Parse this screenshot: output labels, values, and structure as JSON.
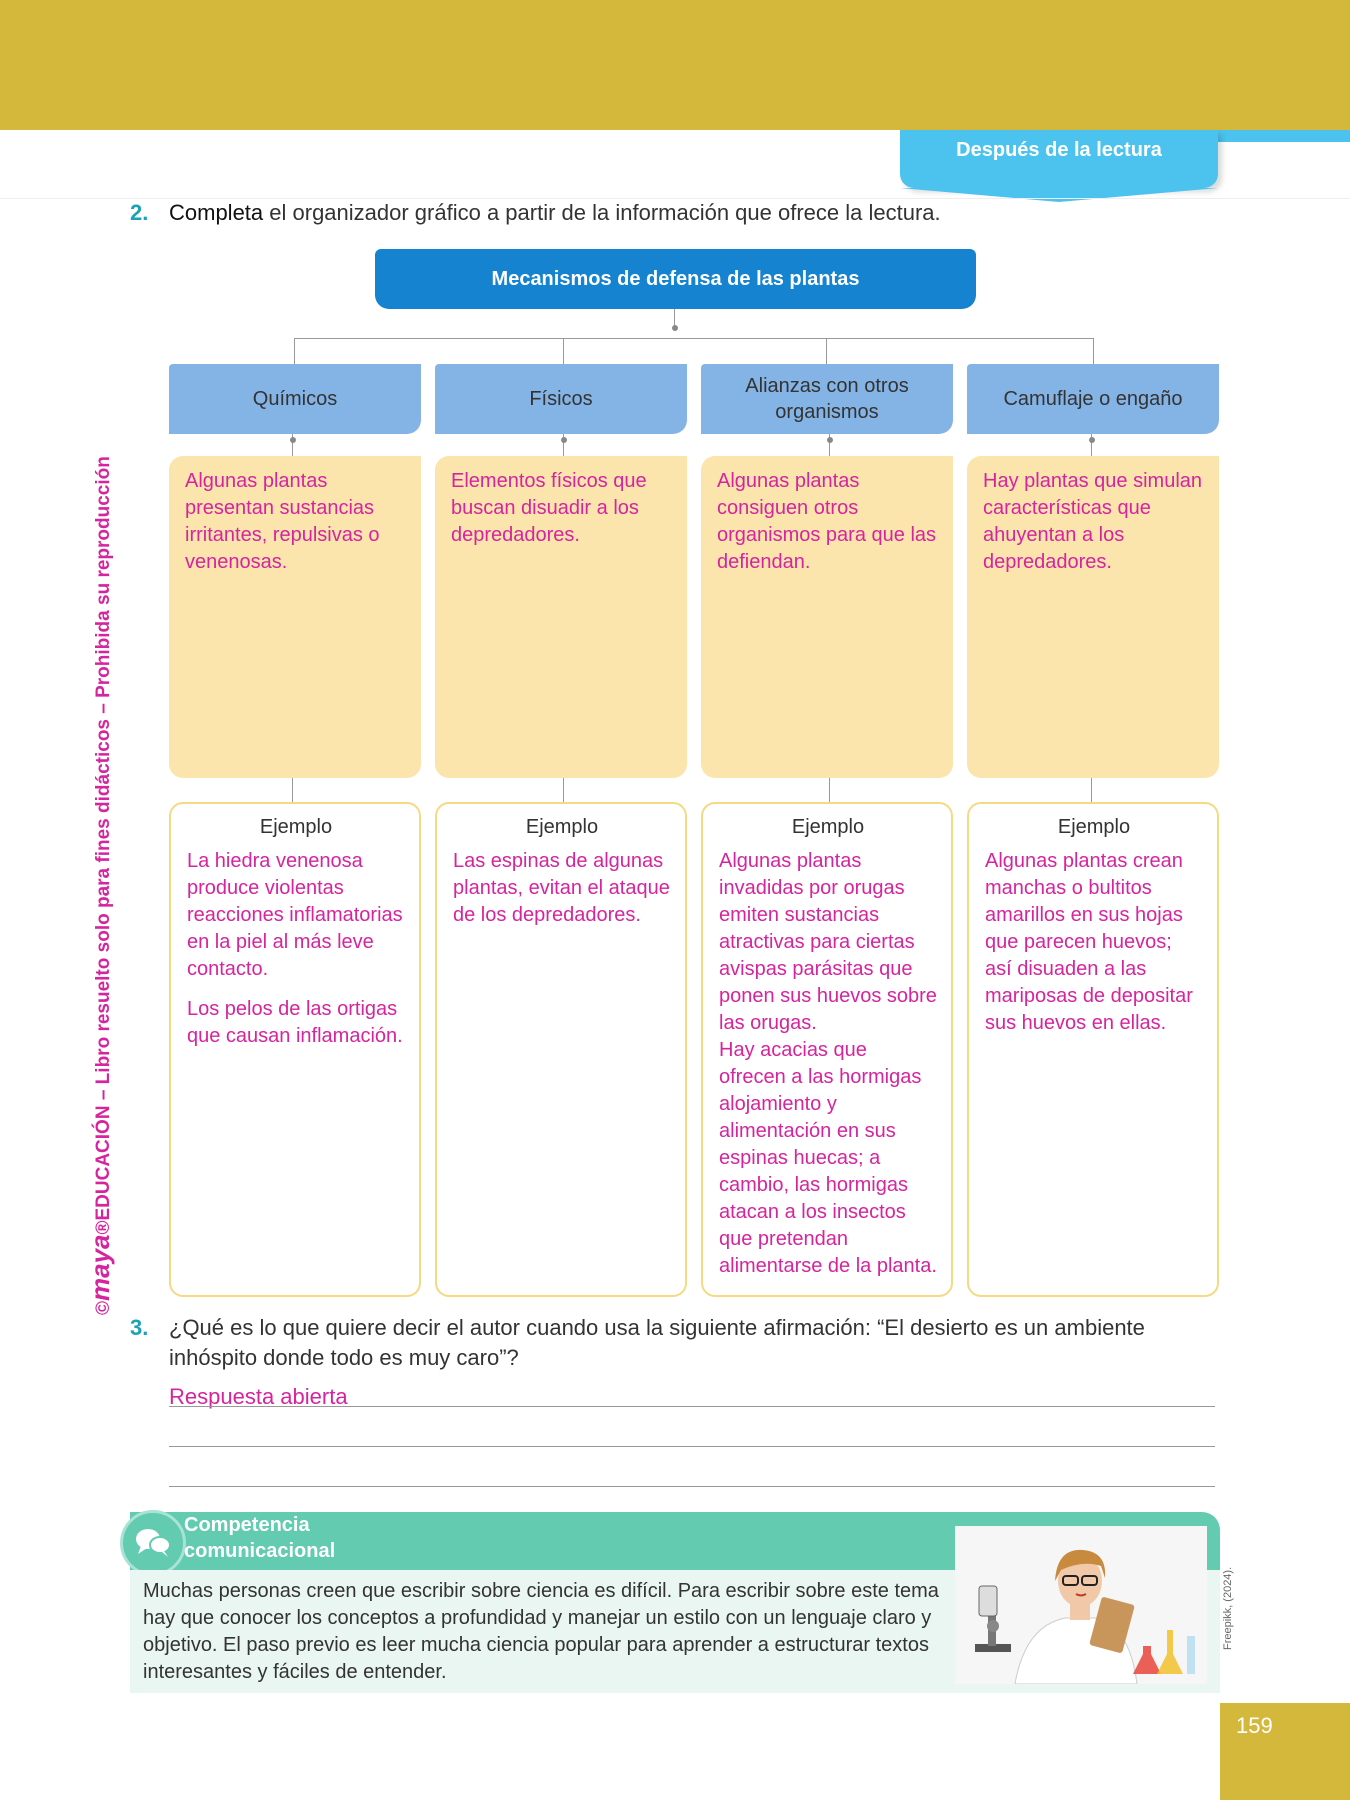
{
  "header": {
    "section_label": "Después de la lectura"
  },
  "question2": {
    "number": "2.",
    "bold_word": "Completa",
    "text": " el organizador gráfico a partir de la información que ofrece la lectura."
  },
  "organizer": {
    "title": "Mecanismos de defensa de las plantas",
    "example_label": "Ejemplo",
    "columns": [
      {
        "category": "Químicos",
        "description": "Algunas plantas presentan sustancias irritantes, repulsivas o venenosas.",
        "examples": [
          "La hiedra venenosa produce violentas reacciones inflamatorias en la piel al más leve contacto.",
          "Los pelos de las ortigas que causan inflamación."
        ]
      },
      {
        "category": "Físicos",
        "description": "Elementos físicos que buscan disuadir a los depredadores.",
        "examples": [
          "Las espinas de algunas plantas, evitan el ataque de los depredadores."
        ]
      },
      {
        "category": "Alianzas con otros organismos",
        "description": "Algunas plantas consiguen otros organismos para que las defiendan.",
        "examples": [
          "Algunas plantas invadidas por orugas emiten sustancias atractivas para ciertas avispas parásitas que ponen sus huevos sobre las orugas.",
          "Hay acacias que ofrecen a las hormigas alojamiento y alimentación en sus espinas huecas; a cambio, las hormigas atacan a los insectos que pretendan alimentarse de la planta."
        ]
      },
      {
        "category": "Camuflaje o engaño",
        "description": "Hay plantas que simulan características que ahuyentan a los depredadores.",
        "examples": [
          "Algunas plantas crean manchas o bultitos amarillos en sus hojas que parecen huevos; así disuaden a las mariposas de depositar sus huevos en ellas."
        ]
      }
    ]
  },
  "question3": {
    "number": "3.",
    "text": "¿Qué es lo que quiere decir el autor cuando usa la siguiente afirmación: “El desierto es un ambiente inhóspito donde todo es muy caro”?",
    "answer": "Respuesta abierta"
  },
  "competencia": {
    "title_line1": "Competencia",
    "title_line2": "comunicacional",
    "text": "Muchas personas creen que escribir sobre ciencia es difícil. Para escribir sobre este tema hay que conocer los conceptos a profundidad y manejar un estilo con un lenguaje claro y objetivo. El paso previo es leer mucha ciencia popular para aprender a estructurar textos interesantes y fáciles de entender.",
    "photo_credit": "Freepikk, (2024)."
  },
  "side_notice": {
    "copyright": "©",
    "brand": "maya",
    "registered": "®",
    "text": "EDUCACIÓN – Libro resuelto solo para fines didácticos – Prohibida su reproducción"
  },
  "page_number": "159",
  "colors": {
    "band": "#d4b83c",
    "tab": "#4cc3ee",
    "title_box": "#1583cf",
    "category_box": "#84b4e6",
    "description_box": "#fce4ad",
    "answer_text": "#d6249f",
    "competencia": "#63cbb0"
  }
}
